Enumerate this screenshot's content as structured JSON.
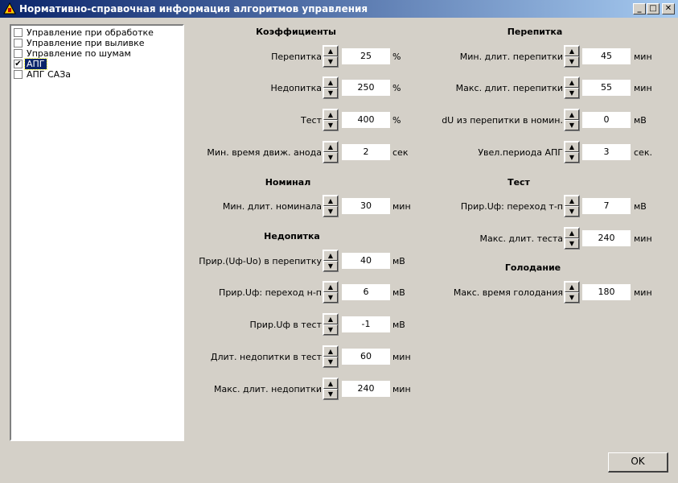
{
  "window": {
    "title": "Нормативно-справочная информация алгоритмов управления",
    "minimize": "_",
    "maximize": "□",
    "close": "✕"
  },
  "list": {
    "items": [
      {
        "label": "Управление при обработке",
        "checked": false,
        "selected": false
      },
      {
        "label": "Управление при выливке",
        "checked": false,
        "selected": false
      },
      {
        "label": "Управление по шумам",
        "checked": false,
        "selected": false
      },
      {
        "label": "АПГ",
        "checked": true,
        "selected": true
      },
      {
        "label": "АПГ САЗа",
        "checked": false,
        "selected": false
      }
    ]
  },
  "sections": {
    "coeffs": "Коэффициенты",
    "nominal": "Номинал",
    "nedopitka": "Недопитка",
    "perepitka": "Перепитка",
    "test": "Тест",
    "golodanie": "Голодание"
  },
  "fields": {
    "k_perepitka": {
      "label": "Перепитка",
      "value": "25",
      "unit": "%"
    },
    "k_nedopitka": {
      "label": "Недопитка",
      "value": "250",
      "unit": "%"
    },
    "k_test": {
      "label": "Тест",
      "value": "400",
      "unit": "%"
    },
    "k_min_anod": {
      "label": "Мин. время движ. анода",
      "value": "2",
      "unit": "сек"
    },
    "nom_min": {
      "label": "Мин. длит. номинала",
      "value": "30",
      "unit": "мин"
    },
    "n_prir_uf_uo": {
      "label": "Прир.(Uф-Uo) в перепитку",
      "value": "40",
      "unit": "мВ"
    },
    "n_prir_perehod": {
      "label": "Прир.Uф: переход н-п",
      "value": "6",
      "unit": "мВ"
    },
    "n_prir_test": {
      "label": "Прир.Uф в тест",
      "value": "-1",
      "unit": "мВ"
    },
    "n_dlit_test": {
      "label": "Длит. недопитки в тест",
      "value": "60",
      "unit": "мин"
    },
    "n_max_dlit": {
      "label": "Макс. длит. недопитки",
      "value": "240",
      "unit": "мин"
    },
    "p_min_dlit": {
      "label": "Мин. длит. перепитки",
      "value": "45",
      "unit": "мин"
    },
    "p_max_dlit": {
      "label": "Макс. длит. перепитки",
      "value": "55",
      "unit": "мин"
    },
    "p_du": {
      "label": "dU из перепитки в номин.",
      "value": "0",
      "unit": "мВ"
    },
    "p_uvel": {
      "label": "Увел.периода АПГ",
      "value": "3",
      "unit": "сек."
    },
    "t_prir": {
      "label": "Прир.Uф: переход т-п",
      "value": "7",
      "unit": "мВ"
    },
    "t_max": {
      "label": "Макс. длит. теста",
      "value": "240",
      "unit": "мин"
    },
    "g_max": {
      "label": "Макс. время голодания",
      "value": "180",
      "unit": "мин"
    }
  },
  "buttons": {
    "ok": "OK"
  },
  "icons": {
    "spin_up": "▲",
    "spin_down": "▼",
    "check": "✔"
  }
}
